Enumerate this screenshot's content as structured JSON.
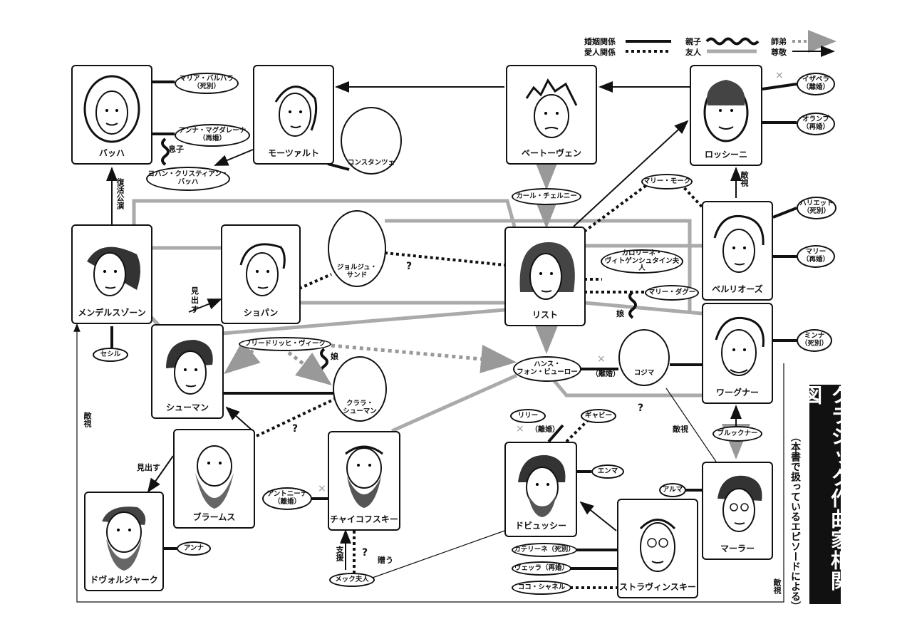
{
  "title": "クラシック作曲家相関図",
  "subtitle": "（本書で扱っているエピソードによる）",
  "legend": {
    "marriage": "婚姻関係",
    "affair": "愛人関係",
    "parent_child": "親子",
    "friend": "友人",
    "teacher_student": "師弟",
    "respect": "尊敬"
  },
  "composers": {
    "bach": "バッハ",
    "mozart": "モーツァルト",
    "beethoven": "ベートーヴェン",
    "rossini": "ロッシーニ",
    "mendelssohn": "メンデルスゾーン",
    "chopin": "ショパン",
    "liszt": "リスト",
    "berlioz": "ベルリオーズ",
    "schumann": "シューマン",
    "wagner": "ワーグナー",
    "brahms": "ブラームス",
    "tchaikovsky": "チャイコフスキー",
    "debussy": "ドビュッシー",
    "mahler": "マーラー",
    "dvorak": "ドヴォルジャーク",
    "stravinsky": "ストラヴィンスキー"
  },
  "persons": {
    "maria_barbara": "マリア・バルバラ\n（死別）",
    "anna_magdalena": "アンナ・マグダレーナ\n（再婚）",
    "jc_bach": "ヨハン・クリスティアン・\nバッハ",
    "constanze": "コンスタンツェ",
    "isabella": "イザベラ\n（離婚）",
    "olympe": "オランプ\n（再婚）",
    "czerny": "カール・チェルニー",
    "marie_moke": "マリー・モーク",
    "harriet": "ハリエット\n（死別）",
    "marie_berlioz": "マリー\n（再婚）",
    "george_sand": "ジョルジュ・\nサンド",
    "carolyne": "カロリーネ・\nヴィトゲンシュタイン夫人",
    "marie_dagoult": "マリー・ダグー",
    "minna": "ミンナ\n（死別）",
    "cosima": "コジマ",
    "cecile": "セシル",
    "wieck": "フリードリッヒ・ヴィーク",
    "clara": "クララ・\nシューマン",
    "bulow": "ハンス・\nフォン・ビューロー",
    "bruckner": "ブルックナー",
    "lilly": "リリー",
    "gaby": "ギャビー",
    "emma": "エンマ",
    "alma": "アルマ",
    "antonina": "アントニーナ\n（離婚）",
    "anna_dvorak": "アンナ",
    "meck": "メック夫人",
    "katerina": "カテリーネ（死別）",
    "vera": "ヴェッラ（再婚）",
    "coco": "ココ・シャネル"
  },
  "labels": {
    "son": "息子",
    "revival": "復活公演",
    "discover1": "見出す",
    "discover2": "見出す",
    "daughter1": "娘",
    "daughter2": "娘",
    "hostile1": "敵視",
    "hostile2": "敵視",
    "hostile3": "敵視",
    "hostile4": "敵視",
    "support": "支援",
    "send": "贈う",
    "divorce": "（離婚）",
    "lilly_divorce": "（離婚）",
    "question": "?"
  }
}
